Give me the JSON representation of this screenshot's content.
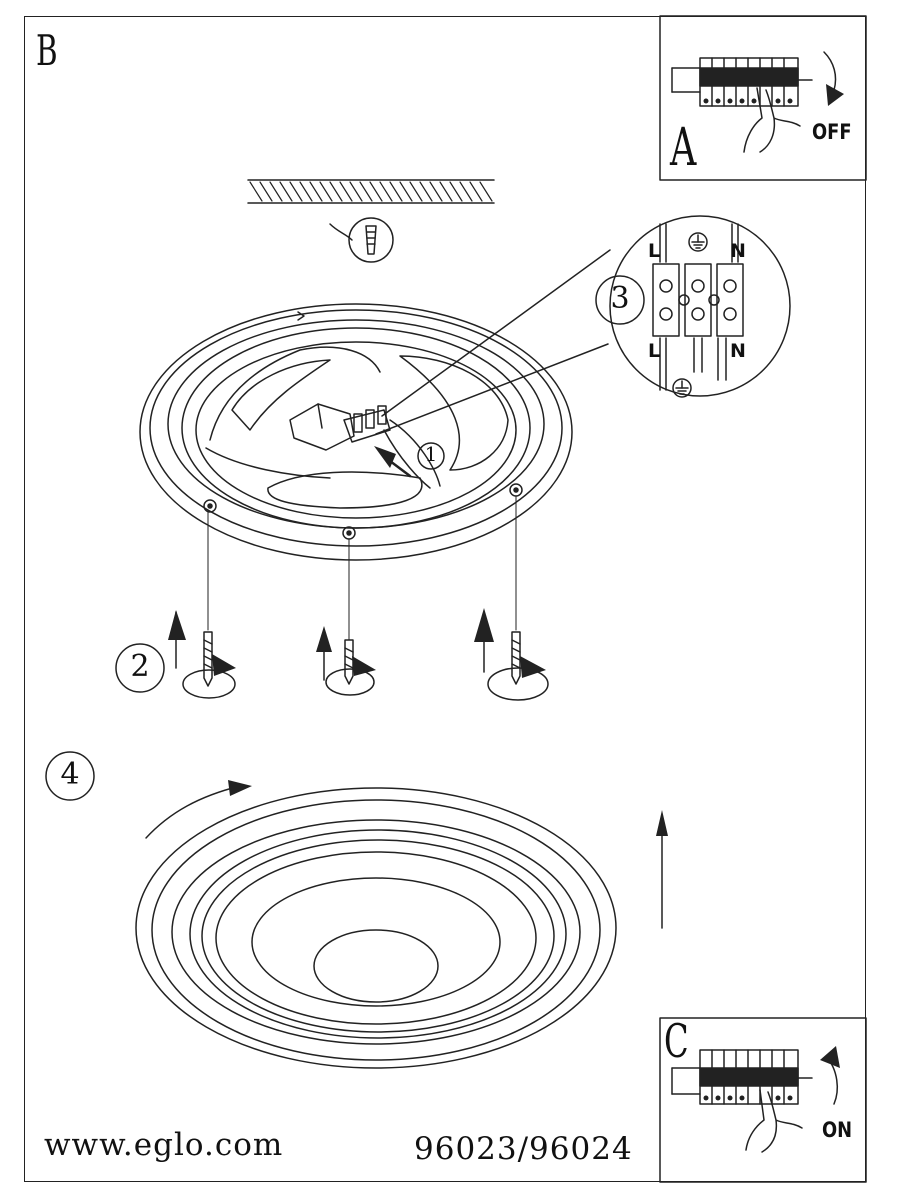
{
  "labels": {
    "step_b": "B",
    "step_a": "A",
    "step_c": "C",
    "step_1": "1",
    "step_2": "2",
    "step_3": "3",
    "step_4": "4",
    "wire_l_top": "L",
    "wire_n_top": "N",
    "wire_l_bottom": "L",
    "wire_n_bottom": "N",
    "switch_off": "OFF",
    "switch_on": "ON"
  },
  "footer": {
    "website": "www.eglo.com",
    "model": "96023/96024"
  },
  "icons": [
    "breaker-panel-icon",
    "hand-icon",
    "rotate-arrow-icon",
    "screw-icon",
    "wall-plug-icon",
    "earth-ground-icon",
    "terminal-block-icon"
  ]
}
